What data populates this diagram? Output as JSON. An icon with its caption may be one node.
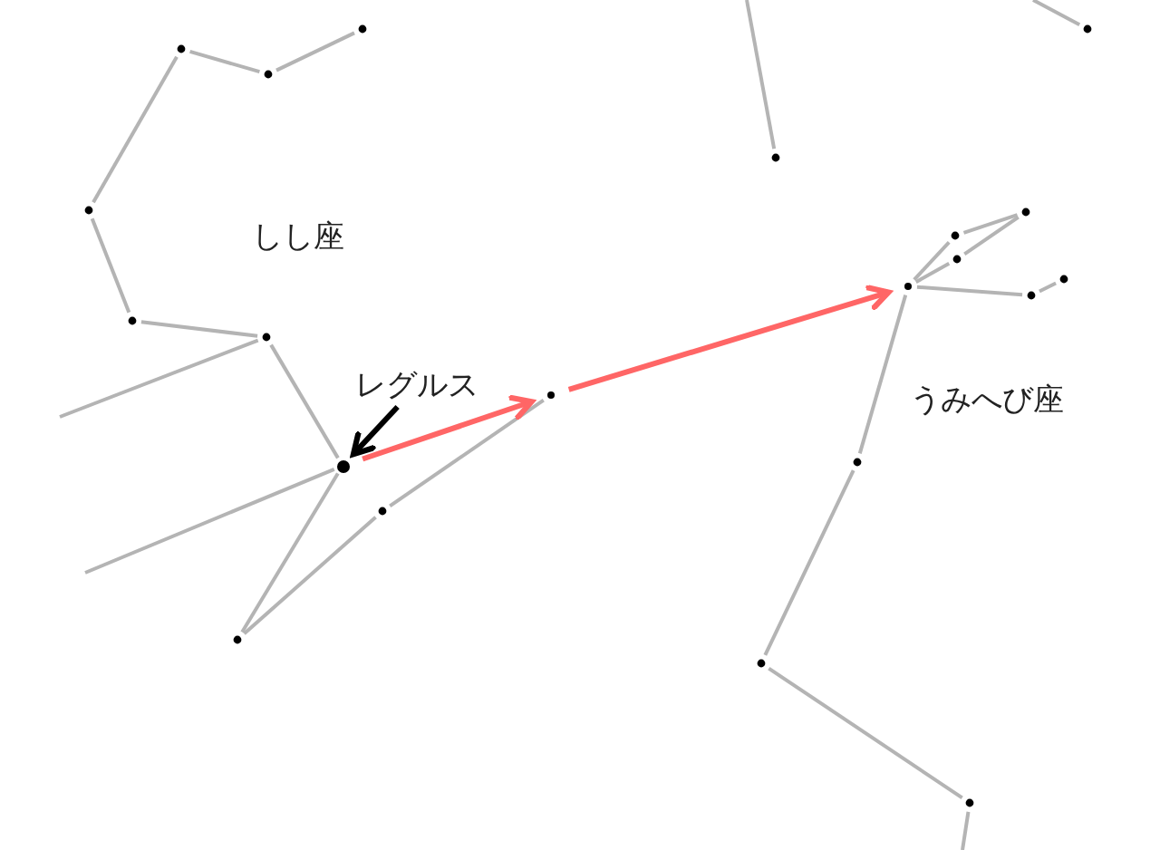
{
  "diagram": {
    "nodes": [
      {
        "text": [
          "しし座"
        ]
      },
      {
        "text": [
          "レグルス"
        ]
      },
      {
        "text": [
          "うみへび座"
        ]
      },
      {
        "text": [],
        "shape": "circle"
      },
      {
        "text": [],
        "shape": "circle"
      },
      {
        "text": [],
        "shape": "circle"
      }
    ],
    "edges": [
      {
        "from": 1,
        "to": 3,
        "arrow": "to",
        "color": "#000000"
      },
      {
        "from": 3,
        "to": 4,
        "arrow": "to"
      },
      {
        "from": 4,
        "to": 5,
        "arrow": "to"
      }
    ]
  }
}
